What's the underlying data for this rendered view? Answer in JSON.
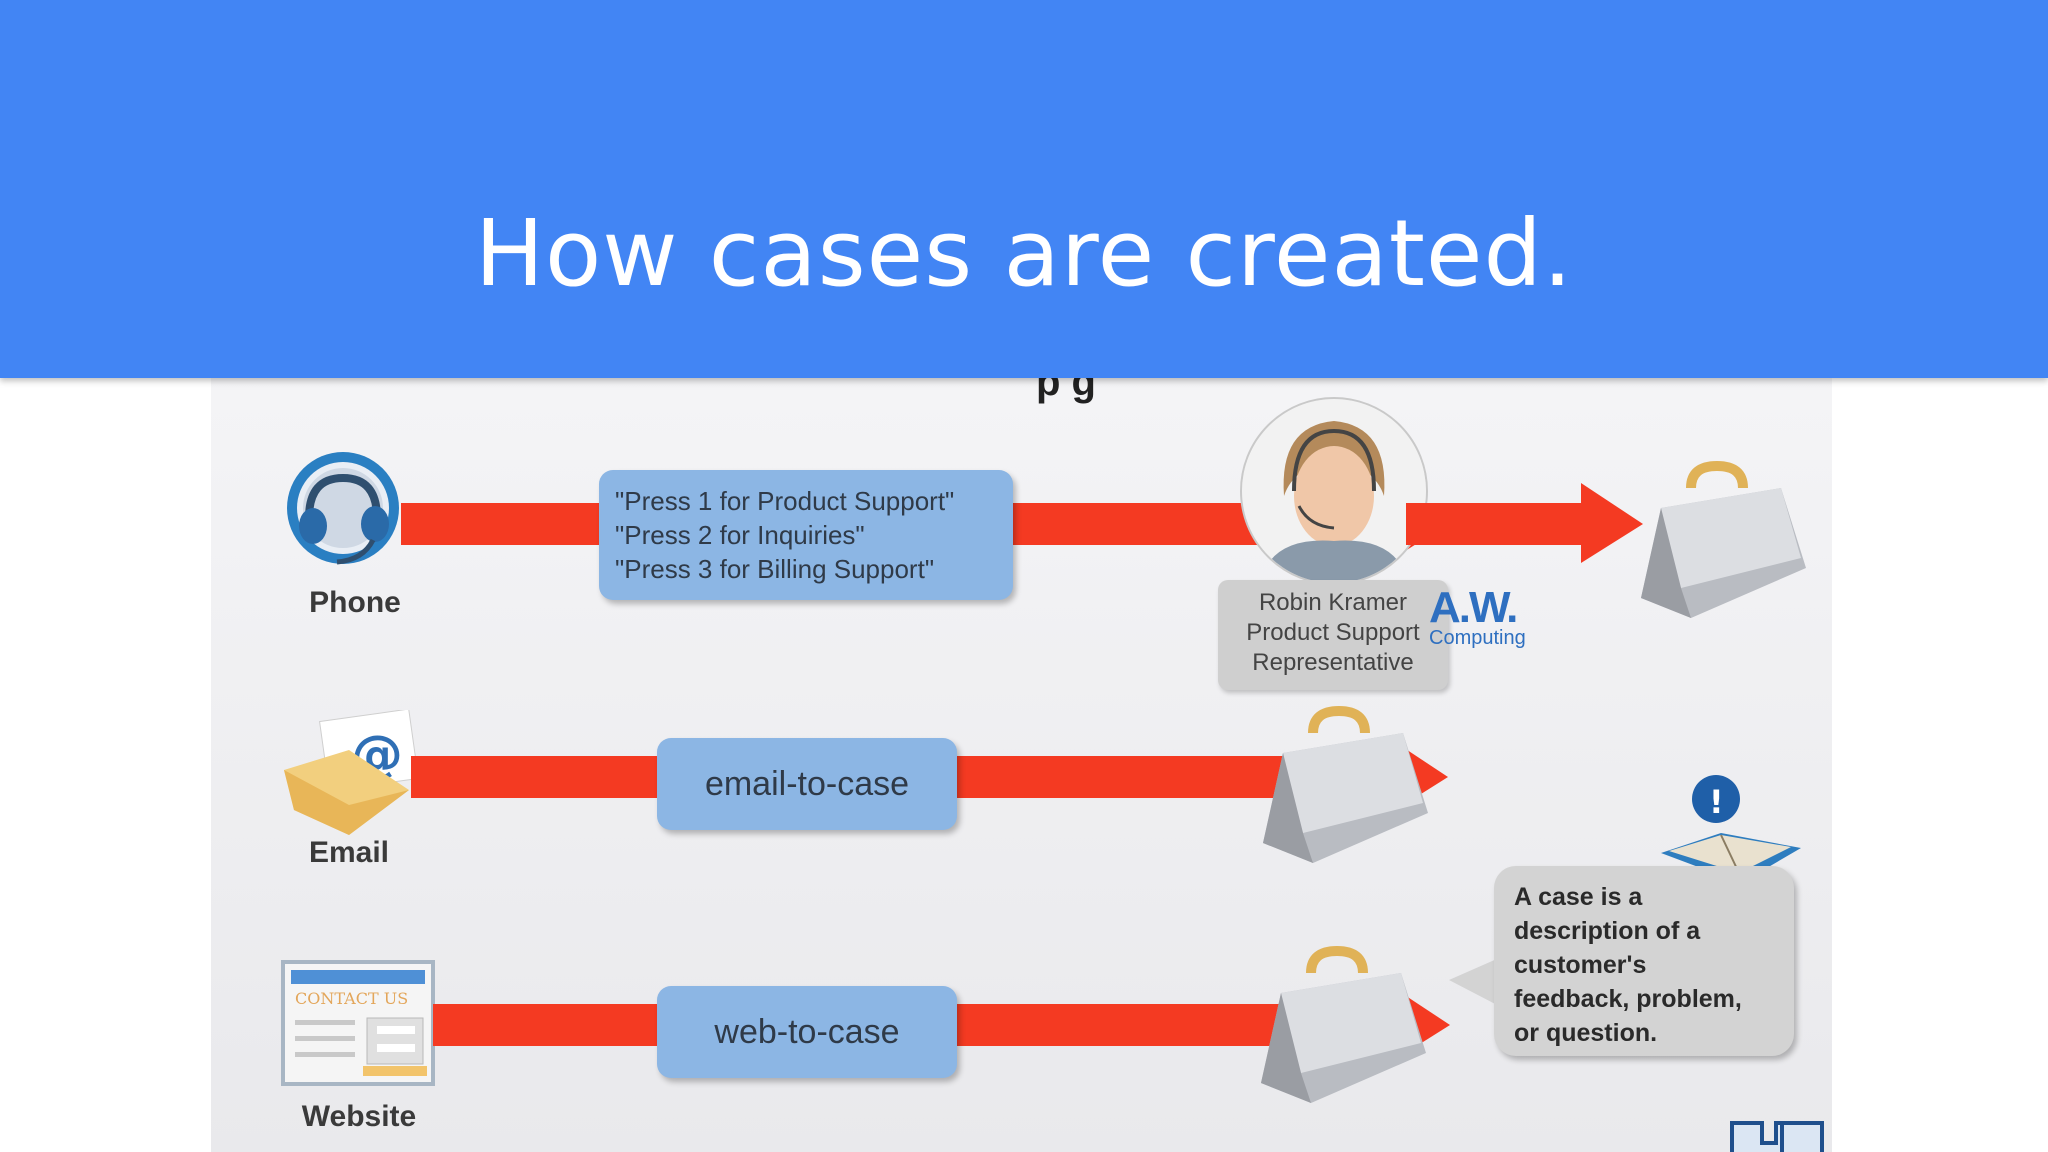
{
  "slide": {
    "title": "How cases are created."
  },
  "figure": {
    "channels": {
      "phone": "Phone",
      "email": "Email",
      "website": "Website"
    },
    "ivr_lines": [
      "\"Press 1 for Product Support\"",
      "\"Press 2 for Inquiries\"",
      "\"Press 3 for Billing Support\""
    ],
    "email_to_case": "email-to-case",
    "web_to_case": "web-to-case",
    "representative": {
      "name": "Robin Kramer",
      "title_line1": "Product Support",
      "title_line2": "Representative"
    },
    "company_logo": {
      "mark": "A.W.",
      "sub": "Computing"
    },
    "website_icon_text": "CONTACT US",
    "callout_lines": [
      "A case is a",
      "description of a",
      "customer's",
      "feedback, problem,",
      "or question."
    ],
    "colors": {
      "arrow": "#f43a22",
      "box": "#8cb6e4",
      "header": "#4285f4"
    },
    "icons": [
      "headset-icon",
      "email-icon",
      "website-icon",
      "case-briefcase-icon",
      "book-icon",
      "exclamation-icon"
    ]
  }
}
